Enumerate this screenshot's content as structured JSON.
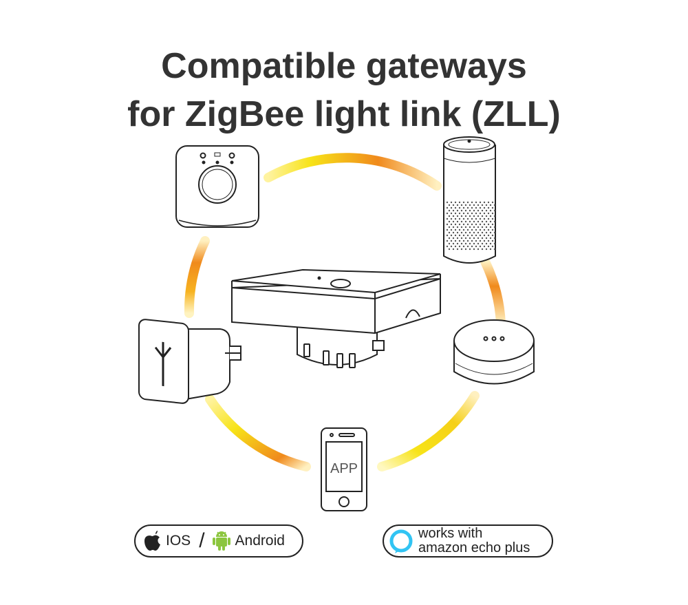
{
  "title": {
    "line1": "Compatible gateways",
    "line2": "for ZigBee light link (ZLL)"
  },
  "devices": {
    "phone_screen_label": "APP"
  },
  "badges": {
    "ios_label": "IOS",
    "separator": "/",
    "android_label": "Android",
    "echo_line1": "works with",
    "echo_line2": "amazon echo plus"
  },
  "colors": {
    "title": "#333333",
    "arc_orange": "#f08a1c",
    "arc_yellow": "#f7e318",
    "android_green": "#8cc63f",
    "alexa_blue": "#31c4f3"
  },
  "icons": [
    "hue-bridge-icon",
    "echo-speaker-icon",
    "echo-plus-hub-icon",
    "smart-plug-icon",
    "smartphone-icon",
    "wall-switch-icon",
    "apple-icon",
    "android-icon",
    "alexa-ring-icon"
  ]
}
